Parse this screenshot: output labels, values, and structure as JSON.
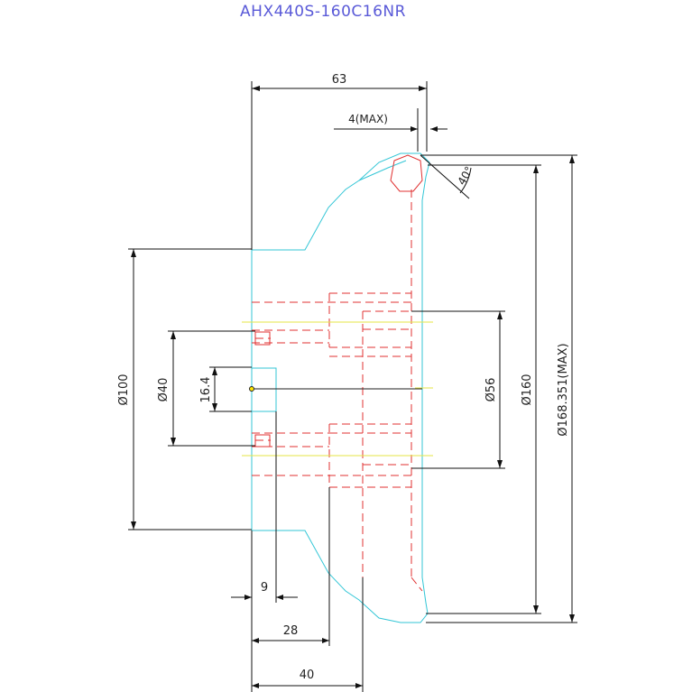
{
  "title": "AHX440S-160C16NR",
  "dimensions": {
    "length_63": "63",
    "max_4": "4(MAX)",
    "angle_40": "40°",
    "dia_100": "Ø100",
    "dia_40": "Ø40",
    "len_16_4": "16.4",
    "dia_56": "Ø56",
    "dia_160": "Ø160",
    "dia_168": "Ø168.351(MAX)",
    "len_9": "9",
    "len_28": "28",
    "len_40": "40"
  },
  "colors": {
    "title": "#5a5ad8",
    "outline": "#33c6d6",
    "hidden": "#e03030",
    "centerline": "#e6e646",
    "dimension": "#111111"
  }
}
